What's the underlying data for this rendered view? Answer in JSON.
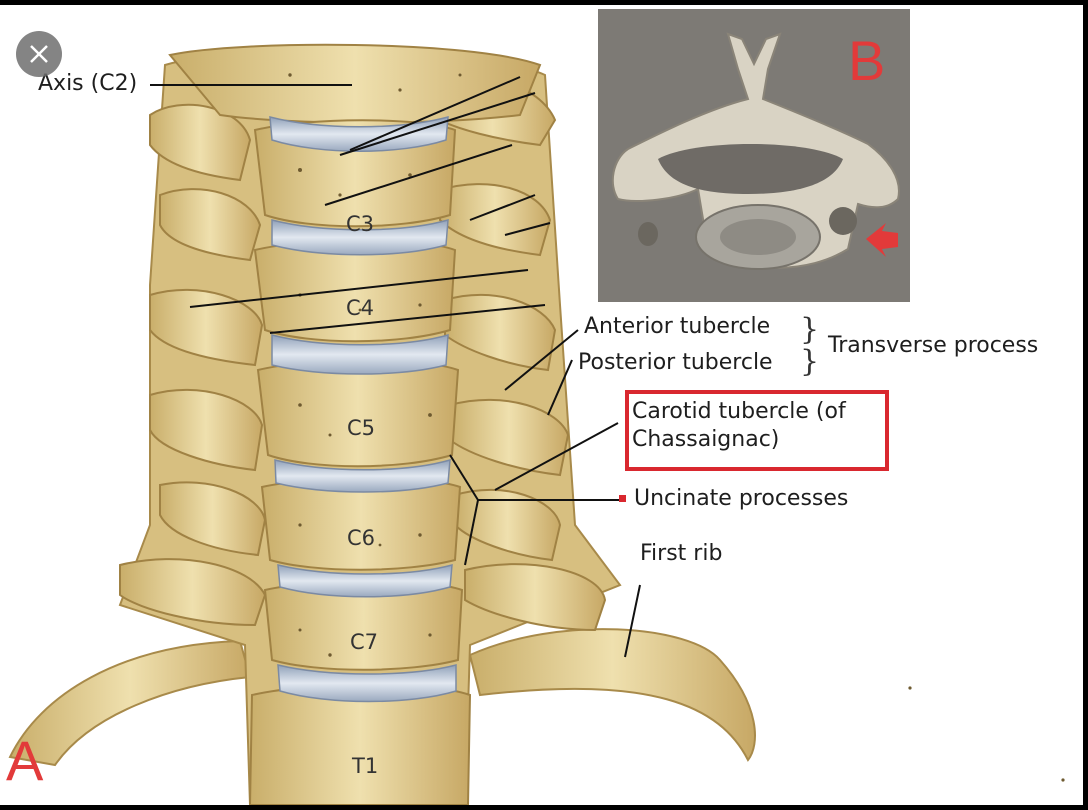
{
  "panel_labels": {
    "a": "A",
    "b": "B"
  },
  "close_icon": "close-icon",
  "labels": {
    "axis": "Axis (C2)",
    "anterior_tubercle": "Anterior tubercle",
    "posterior_tubercle": "Posterior tubercle",
    "transverse_process": "Transverse process",
    "carotid_line1": "Carotid tubercle (of",
    "carotid_line2": "Chassaignac)",
    "uncinate": "Uncinate processes",
    "first_rib": "First rib"
  },
  "vertebrae": {
    "c3": "C3",
    "c4": "C4",
    "c5": "C5",
    "c6": "C6",
    "c7": "C7",
    "t1": "T1"
  },
  "colors": {
    "accent_red": "#e23a3a",
    "box_red": "#d9282f",
    "bone": "#e6d39a",
    "disc": "#c9d3e0"
  }
}
